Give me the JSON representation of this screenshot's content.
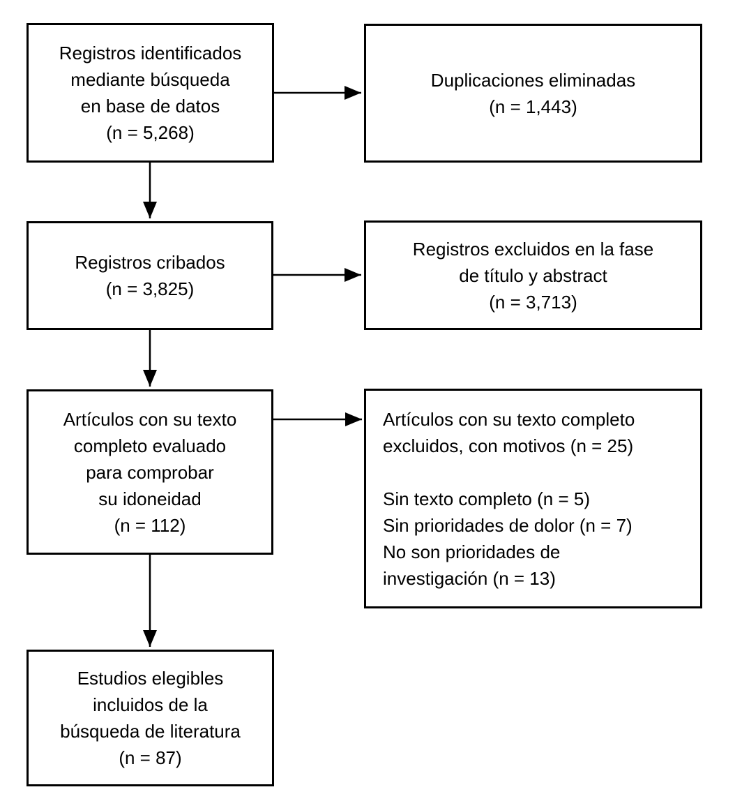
{
  "diagram": {
    "type": "prisma-flow",
    "colors": {
      "border": "#000000",
      "text": "#000000",
      "background": "#ffffff"
    },
    "boxes": [
      {
        "id": "records-identified",
        "text": "Registros identificados\nmediante búsqueda\nen base de datos\n(n = 5,268)",
        "n": "5,268"
      },
      {
        "id": "duplicates-removed",
        "text": "Duplicaciones eliminadas\n(n = 1,443)",
        "n": "1,443"
      },
      {
        "id": "records-screened",
        "text": "Registros cribados\n(n = 3,825)",
        "n": "3,825"
      },
      {
        "id": "records-excluded-title-abstract",
        "text": "Registros excluidos en la fase\nde título y abstract\n(n = 3,713)",
        "n": "3,713"
      },
      {
        "id": "fulltext-assessed",
        "text": "Artículos con su texto\ncompleto evaluado\npara comprobar\nsu idoneidad\n(n = 112)",
        "n": "112"
      },
      {
        "id": "fulltext-excluded-with-reasons",
        "text": "Artículos con su texto completo\nexcluidos, con motivos (n = 25)\n\nSin texto completo (n = 5)\nSin prioridades de dolor (n = 7)\nNo son prioridades de\ninvestigación (n = 13)",
        "n": "25",
        "reasons": [
          {
            "label": "Sin texto completo",
            "n": "5"
          },
          {
            "label": "Sin prioridades de dolor",
            "n": "7"
          },
          {
            "label": "No son prioridades de investigación",
            "n": "13"
          }
        ]
      },
      {
        "id": "studies-included",
        "text": "Estudios elegibles\nincluidos de la\nbúsqueda de literatura\n(n = 87)",
        "n": "87"
      }
    ]
  }
}
